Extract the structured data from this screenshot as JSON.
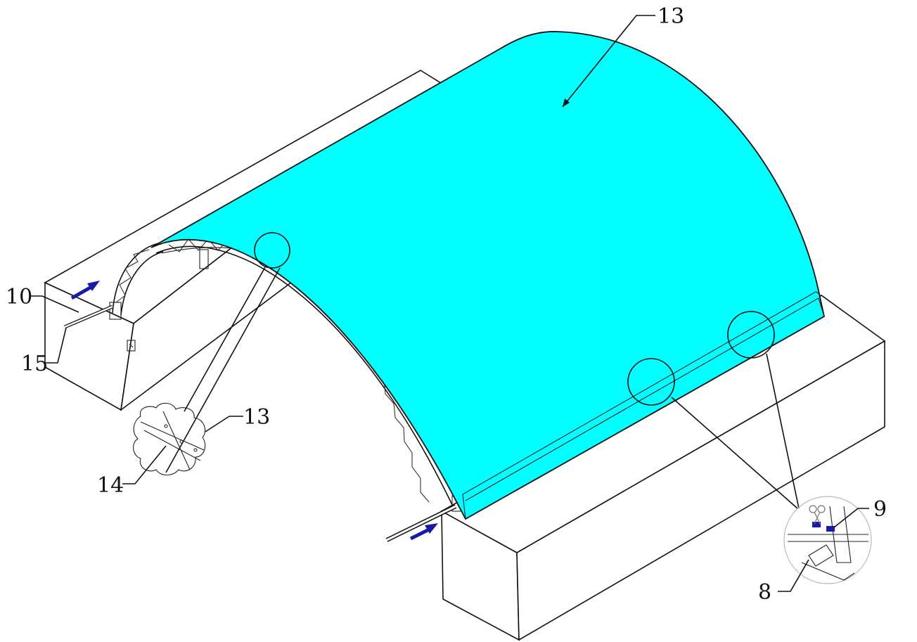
{
  "diagram": {
    "colors": {
      "cover": "#00ffff",
      "arrow": "#1a1aa6",
      "line": "#111111",
      "background": "#ffffff"
    },
    "labels": {
      "cover_top": "13",
      "pipe": "10",
      "pipe_end": "15",
      "detail_cover": "13",
      "detail_frame": "14",
      "clip_upper": "9",
      "clip_lower": "8"
    }
  }
}
